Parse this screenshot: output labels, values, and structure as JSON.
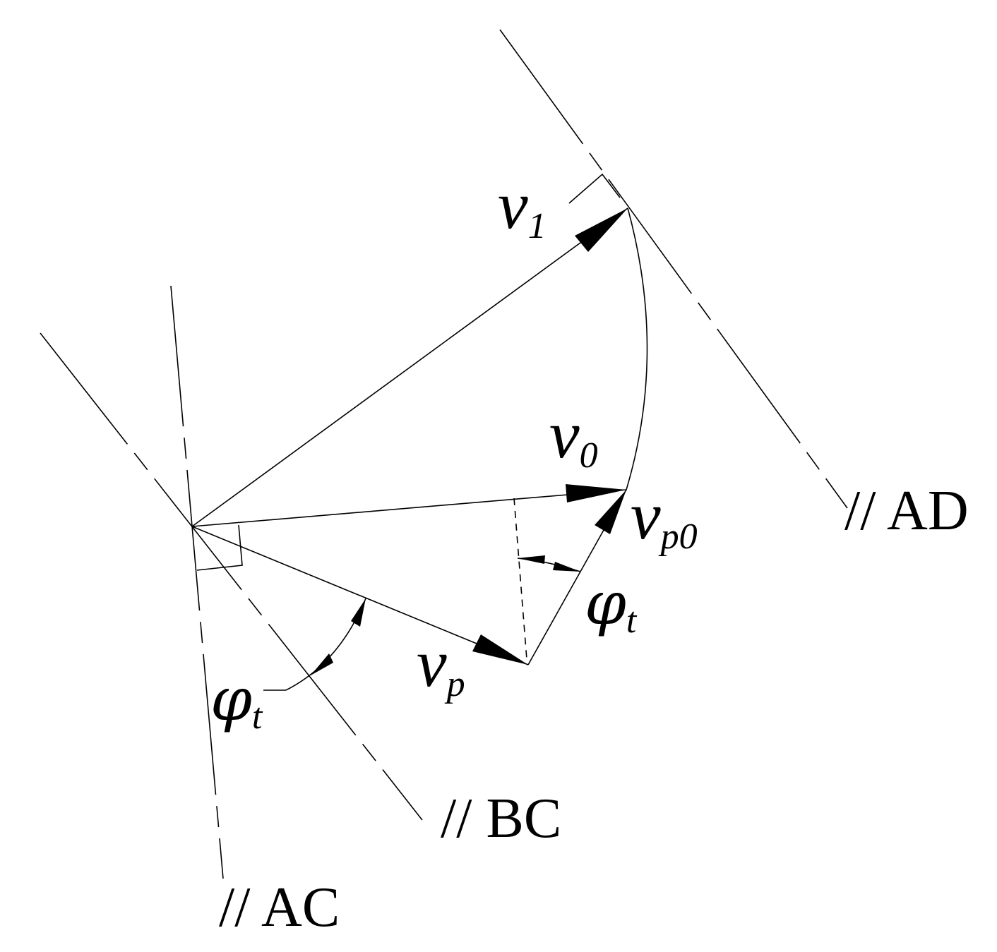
{
  "labels": {
    "v1": {
      "main": "v",
      "sub": "1"
    },
    "v0": {
      "main": "v",
      "sub": "0"
    },
    "vp0": {
      "main": "v",
      "sub": "p0"
    },
    "vp": {
      "main": "v",
      "sub": "p"
    },
    "phi_right": {
      "main": "φ",
      "sub": "t"
    },
    "phi_left": {
      "main": "φ",
      "sub": "t"
    },
    "ref_ad": "// AD",
    "ref_bc": "// BC",
    "ref_ac": "// AC"
  }
}
